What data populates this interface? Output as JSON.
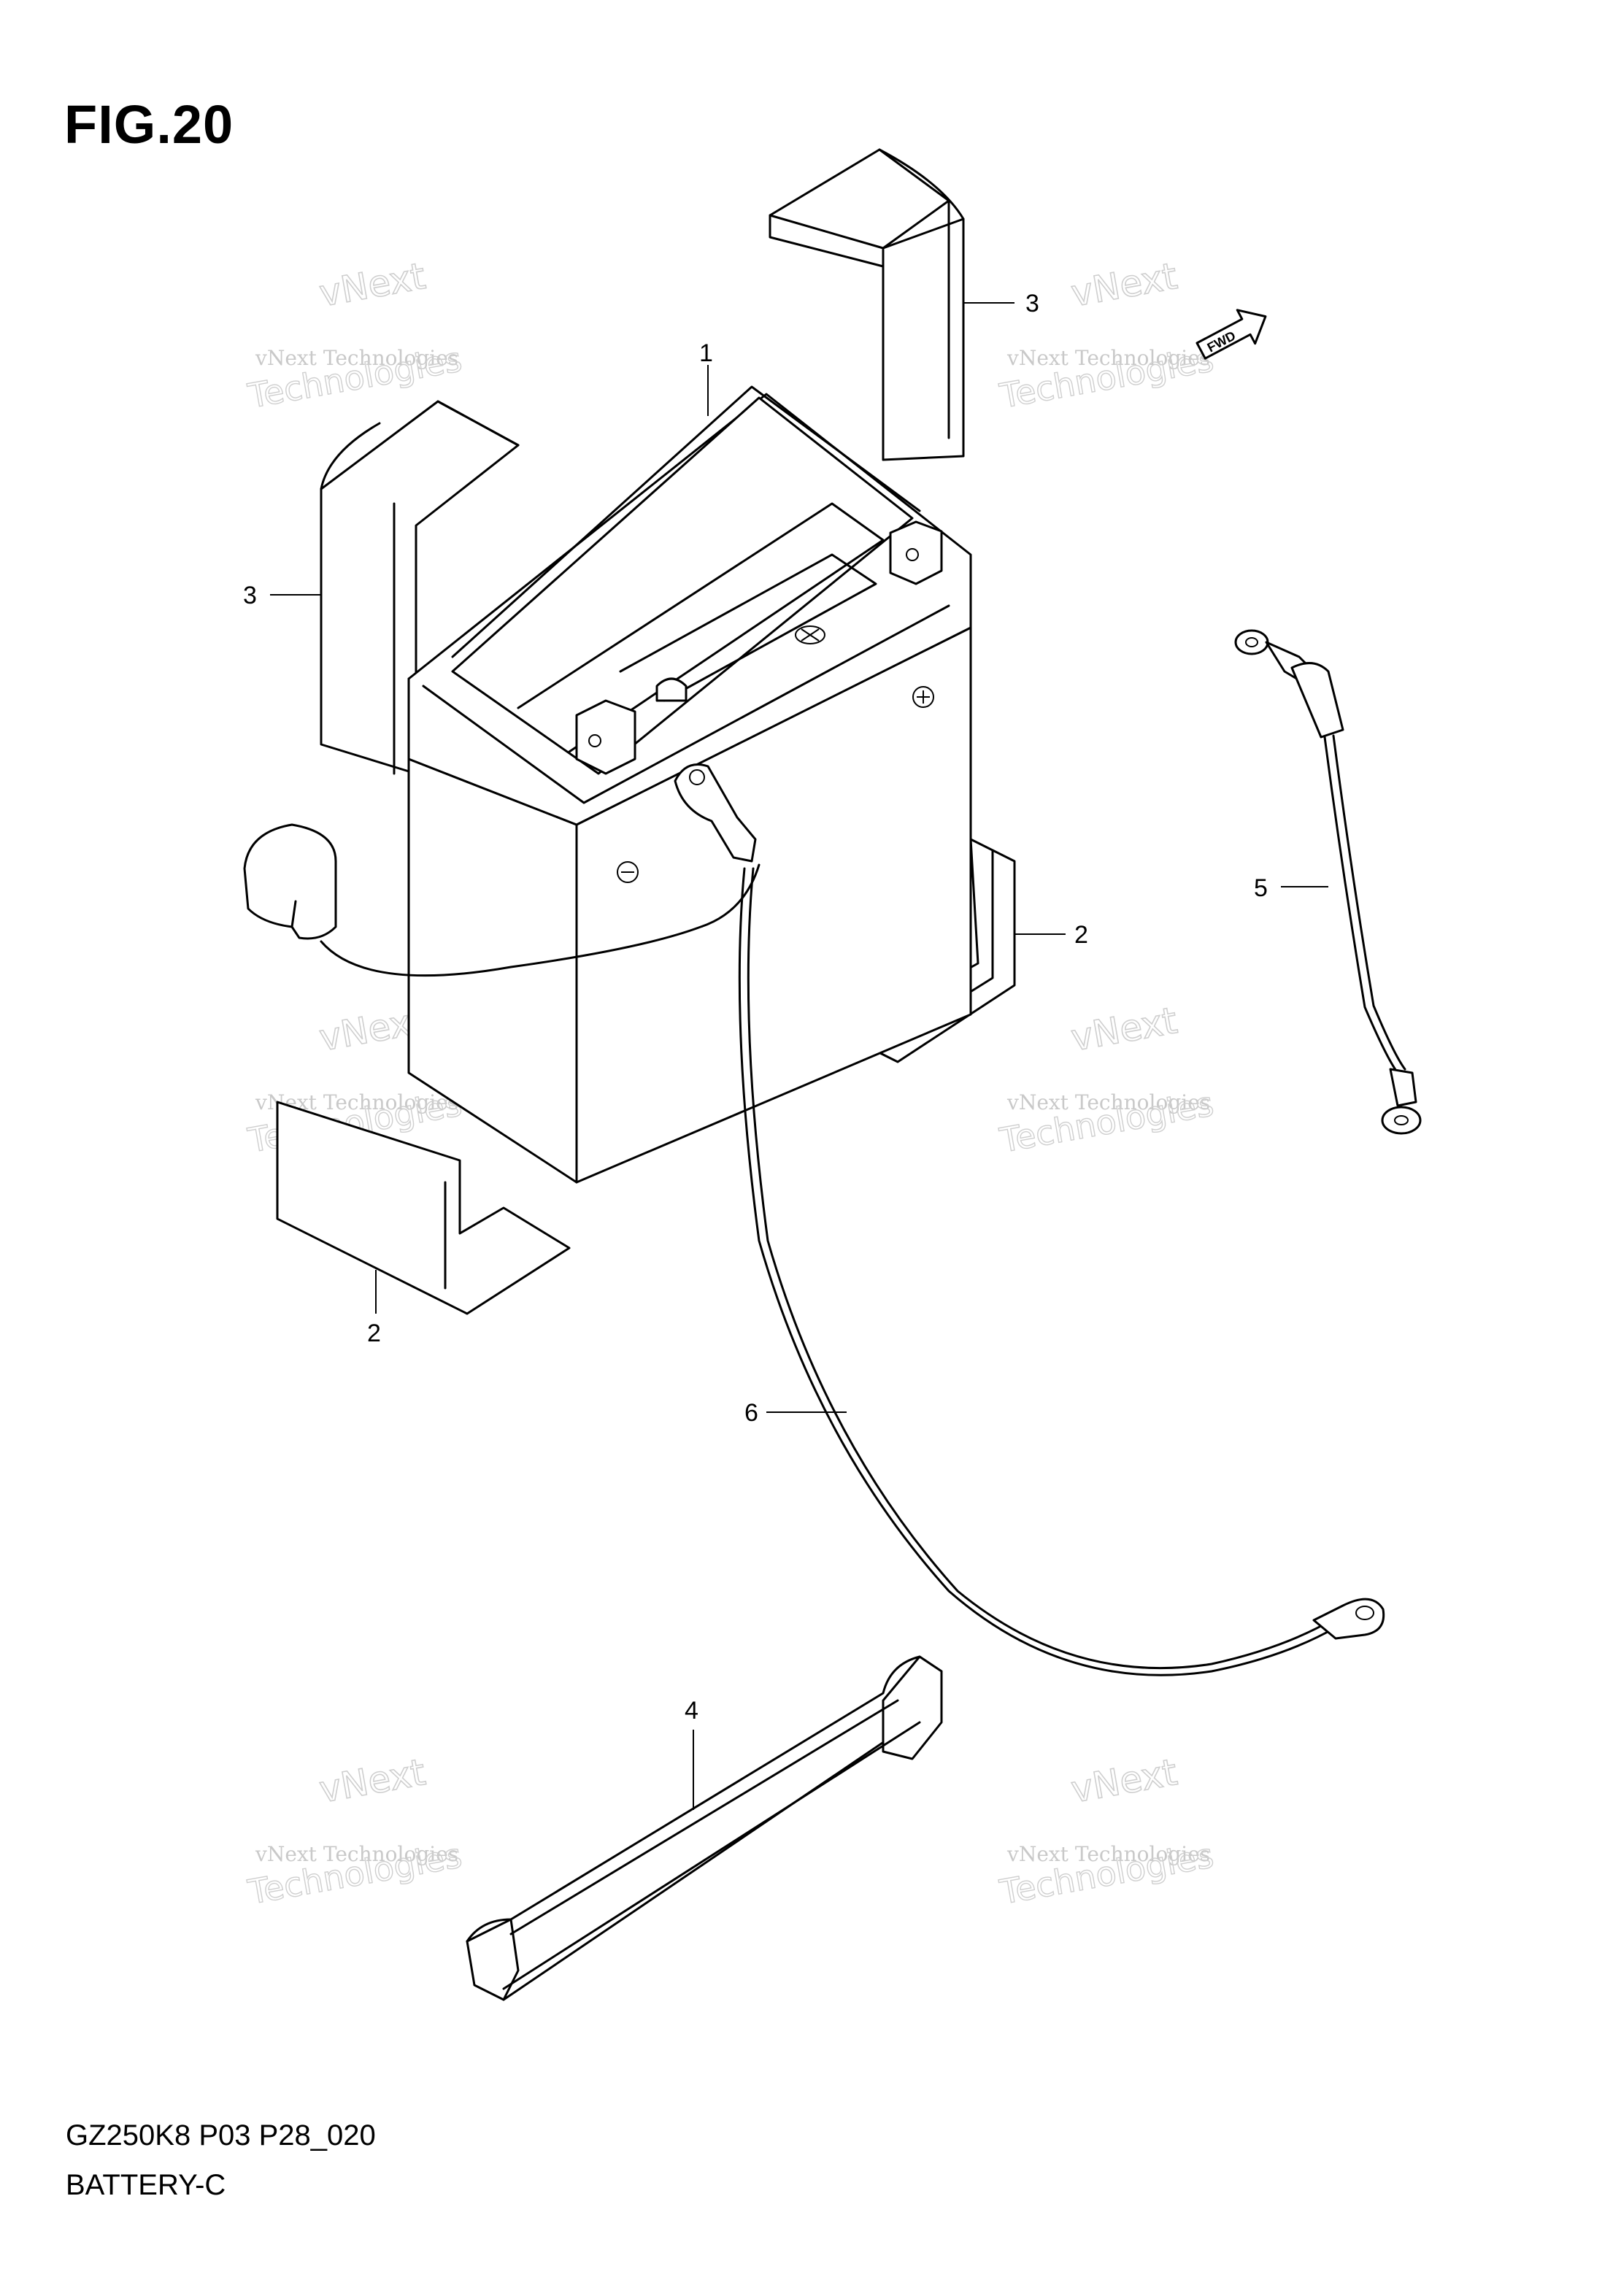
{
  "figure": {
    "title": "FIG.20",
    "model_code": "GZ250K8 P03 P28_020",
    "section_name": "BATTERY-C"
  },
  "callouts": [
    "1",
    "2",
    "2",
    "3",
    "3",
    "4",
    "5",
    "6"
  ],
  "watermark": {
    "line1": "vNext",
    "line2": "vNext Technologies",
    "line3": "Technologies"
  },
  "fwd_label": "FWD"
}
